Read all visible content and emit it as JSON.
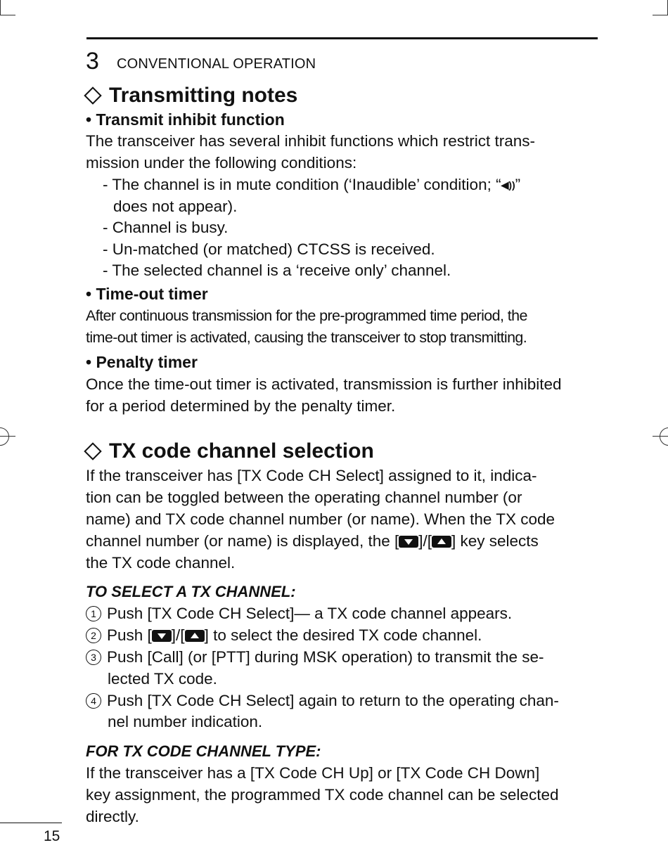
{
  "chapter": {
    "number": "3",
    "title": "CONVENTIONAL OPERATION"
  },
  "section1": {
    "title": "Transmitting notes",
    "inhibit": {
      "heading": "• Transmit inhibit function",
      "intro_line1": "The transceiver has several inhibit functions which restrict trans-",
      "intro_line2": "mission under the following conditions:",
      "item1_a": "- The channel is in mute condition (‘Inaudible’ condition; “",
      "speaker_icon": "speaker-icon",
      "item1_b": "”",
      "item1_c": "does not appear).",
      "item2": "- Channel is busy.",
      "item3": "- Un-matched (or matched) CTCSS is received.",
      "item4": "- The selected channel is a ‘receive only’ channel."
    },
    "timeout": {
      "heading": "• Time-out timer",
      "line1": "After continuous transmission for the pre-programmed time period, the",
      "line2": "time-out timer is activated, causing the transceiver to stop transmitting."
    },
    "penalty": {
      "heading": "• Penalty timer",
      "line1": "Once the time-out timer is activated, transmission is further inhibited",
      "line2": "for a period determined by the penalty timer."
    }
  },
  "section2": {
    "title": "TX code channel selection",
    "para_line1": "If the transceiver has [TX Code CH Select] assigned to it, indica-",
    "para_line2": "tion can be toggled between the operating channel number (or",
    "para_line3": "name) and TX code channel number (or name). When the TX code",
    "para_line4a": "channel number (or name) is displayed, the [",
    "para_line4b": "]/[",
    "para_line4c": "] key selects",
    "para_line5": "the TX code channel.",
    "select_heading": "TO SELECT A TX CHANNEL:",
    "step1_num": "1",
    "step1": "Push [TX Code CH Select]— a TX code channel appears.",
    "step2_num": "2",
    "step2a": "Push [",
    "step2b": "]/[",
    "step2c": "] to select the desired TX code channel.",
    "step3_num": "3",
    "step3_line1": "Push [Call] (or [PTT] during MSK operation) to transmit the se-",
    "step3_line2": "lected TX code.",
    "step4_num": "4",
    "step4_line1": "Push [TX Code CH Select] again to return to the operating chan-",
    "step4_line2": "nel number indication.",
    "type_heading": "FOR TX CODE CHANNEL TYPE:",
    "type_line1": "If the transceiver has a [TX Code CH Up] or [TX Code CH Down]",
    "type_line2": "key assignment, the programmed TX code channel can be selected",
    "type_line3": "directly."
  },
  "page_number": "15"
}
